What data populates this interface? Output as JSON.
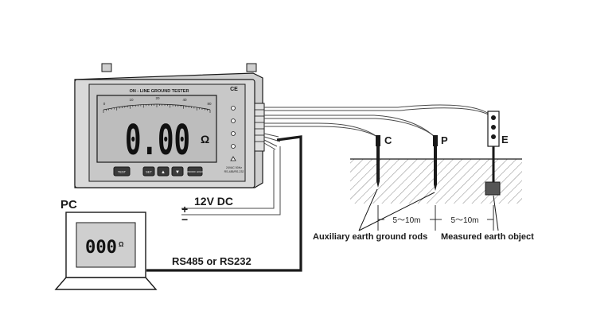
{
  "device": {
    "brand_title": "ON - LINE GROUND TESTER",
    "ce_mark": "CE",
    "reading": "0.00",
    "unit": "Ω",
    "scale_ticks": [
      "0",
      "10",
      "20",
      "40",
      "80"
    ],
    "buttons": [
      "TEST",
      "SET",
      "▲",
      "▼",
      "ON/OFF HOLD"
    ],
    "side_note_1": "24VAC 50Hz",
    "side_note_2": "RS-485/RS-232"
  },
  "pc": {
    "label": "PC",
    "reading": "000",
    "unit": "Ω"
  },
  "power": {
    "label": "12V DC",
    "plus": "+",
    "minus": "−"
  },
  "comm": {
    "label": "RS485 or RS232"
  },
  "electrodes": {
    "c_label": "C",
    "p_label": "P",
    "e_label": "E",
    "spacing_1": "5～10m",
    "spacing_2": "5～10m"
  },
  "annotations": {
    "aux_rods": "Auxiliary earth ground rods",
    "measured_object": "Measured earth object"
  },
  "colors": {
    "line": "#1a1a1a",
    "wire": "#4a4a4a",
    "device_body": "#d9d9d9",
    "lcd_bg": "#bdbdbd"
  }
}
